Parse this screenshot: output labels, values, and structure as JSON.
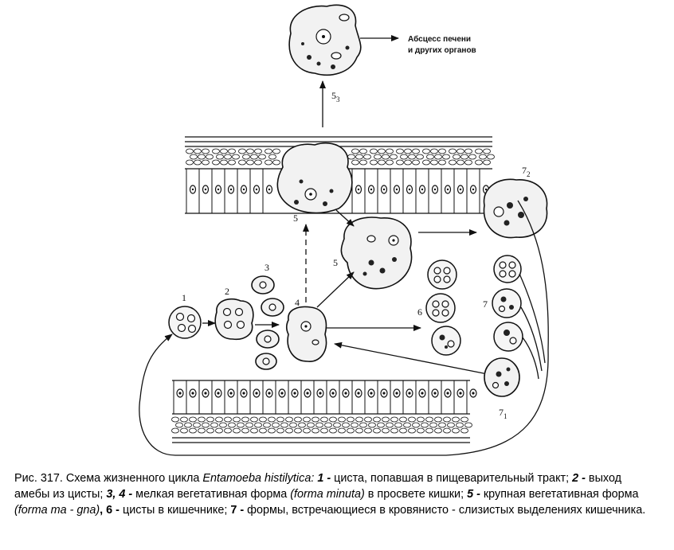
{
  "figure": {
    "labels": {
      "l1": "1",
      "l2": "2",
      "l3": "3",
      "l4": "4",
      "l5a": "5",
      "l5b": "5",
      "l53": "5",
      "l53_sub": "3",
      "l6": "6",
      "l7": "7",
      "l72": "7",
      "l72_sub": "2",
      "l71": "7",
      "l71_sub": "1"
    },
    "destination": {
      "line1": "Абсцесс печени",
      "line2": "и других органов"
    }
  },
  "caption": {
    "fig_label": "Рис. 317. Схема жизненного цикла ",
    "species": "Entamoeba histilytica:",
    "n1": " 1 - ",
    "t1": "циста, попавшая в пищеварительный тракт; ",
    "n2": "2 - ",
    "t2": "выход амебы из цисты; ",
    "n34": "3, 4 - ",
    "t34": "мелкая вегетативная форма ",
    "minuta": "(forma minuta)",
    "t34b": " в просвете кишки; ",
    "n5": "5 - ",
    "t5": "крупная вегетативная форма ",
    "magna": "(forma ma - gna)",
    "n6": ", 6 - ",
    "t6": "цисты в кишечнике; ",
    "n7": "7 - ",
    "t7": "формы, встречающиеся в кровянисто - слизистых выделениях кишечника."
  }
}
